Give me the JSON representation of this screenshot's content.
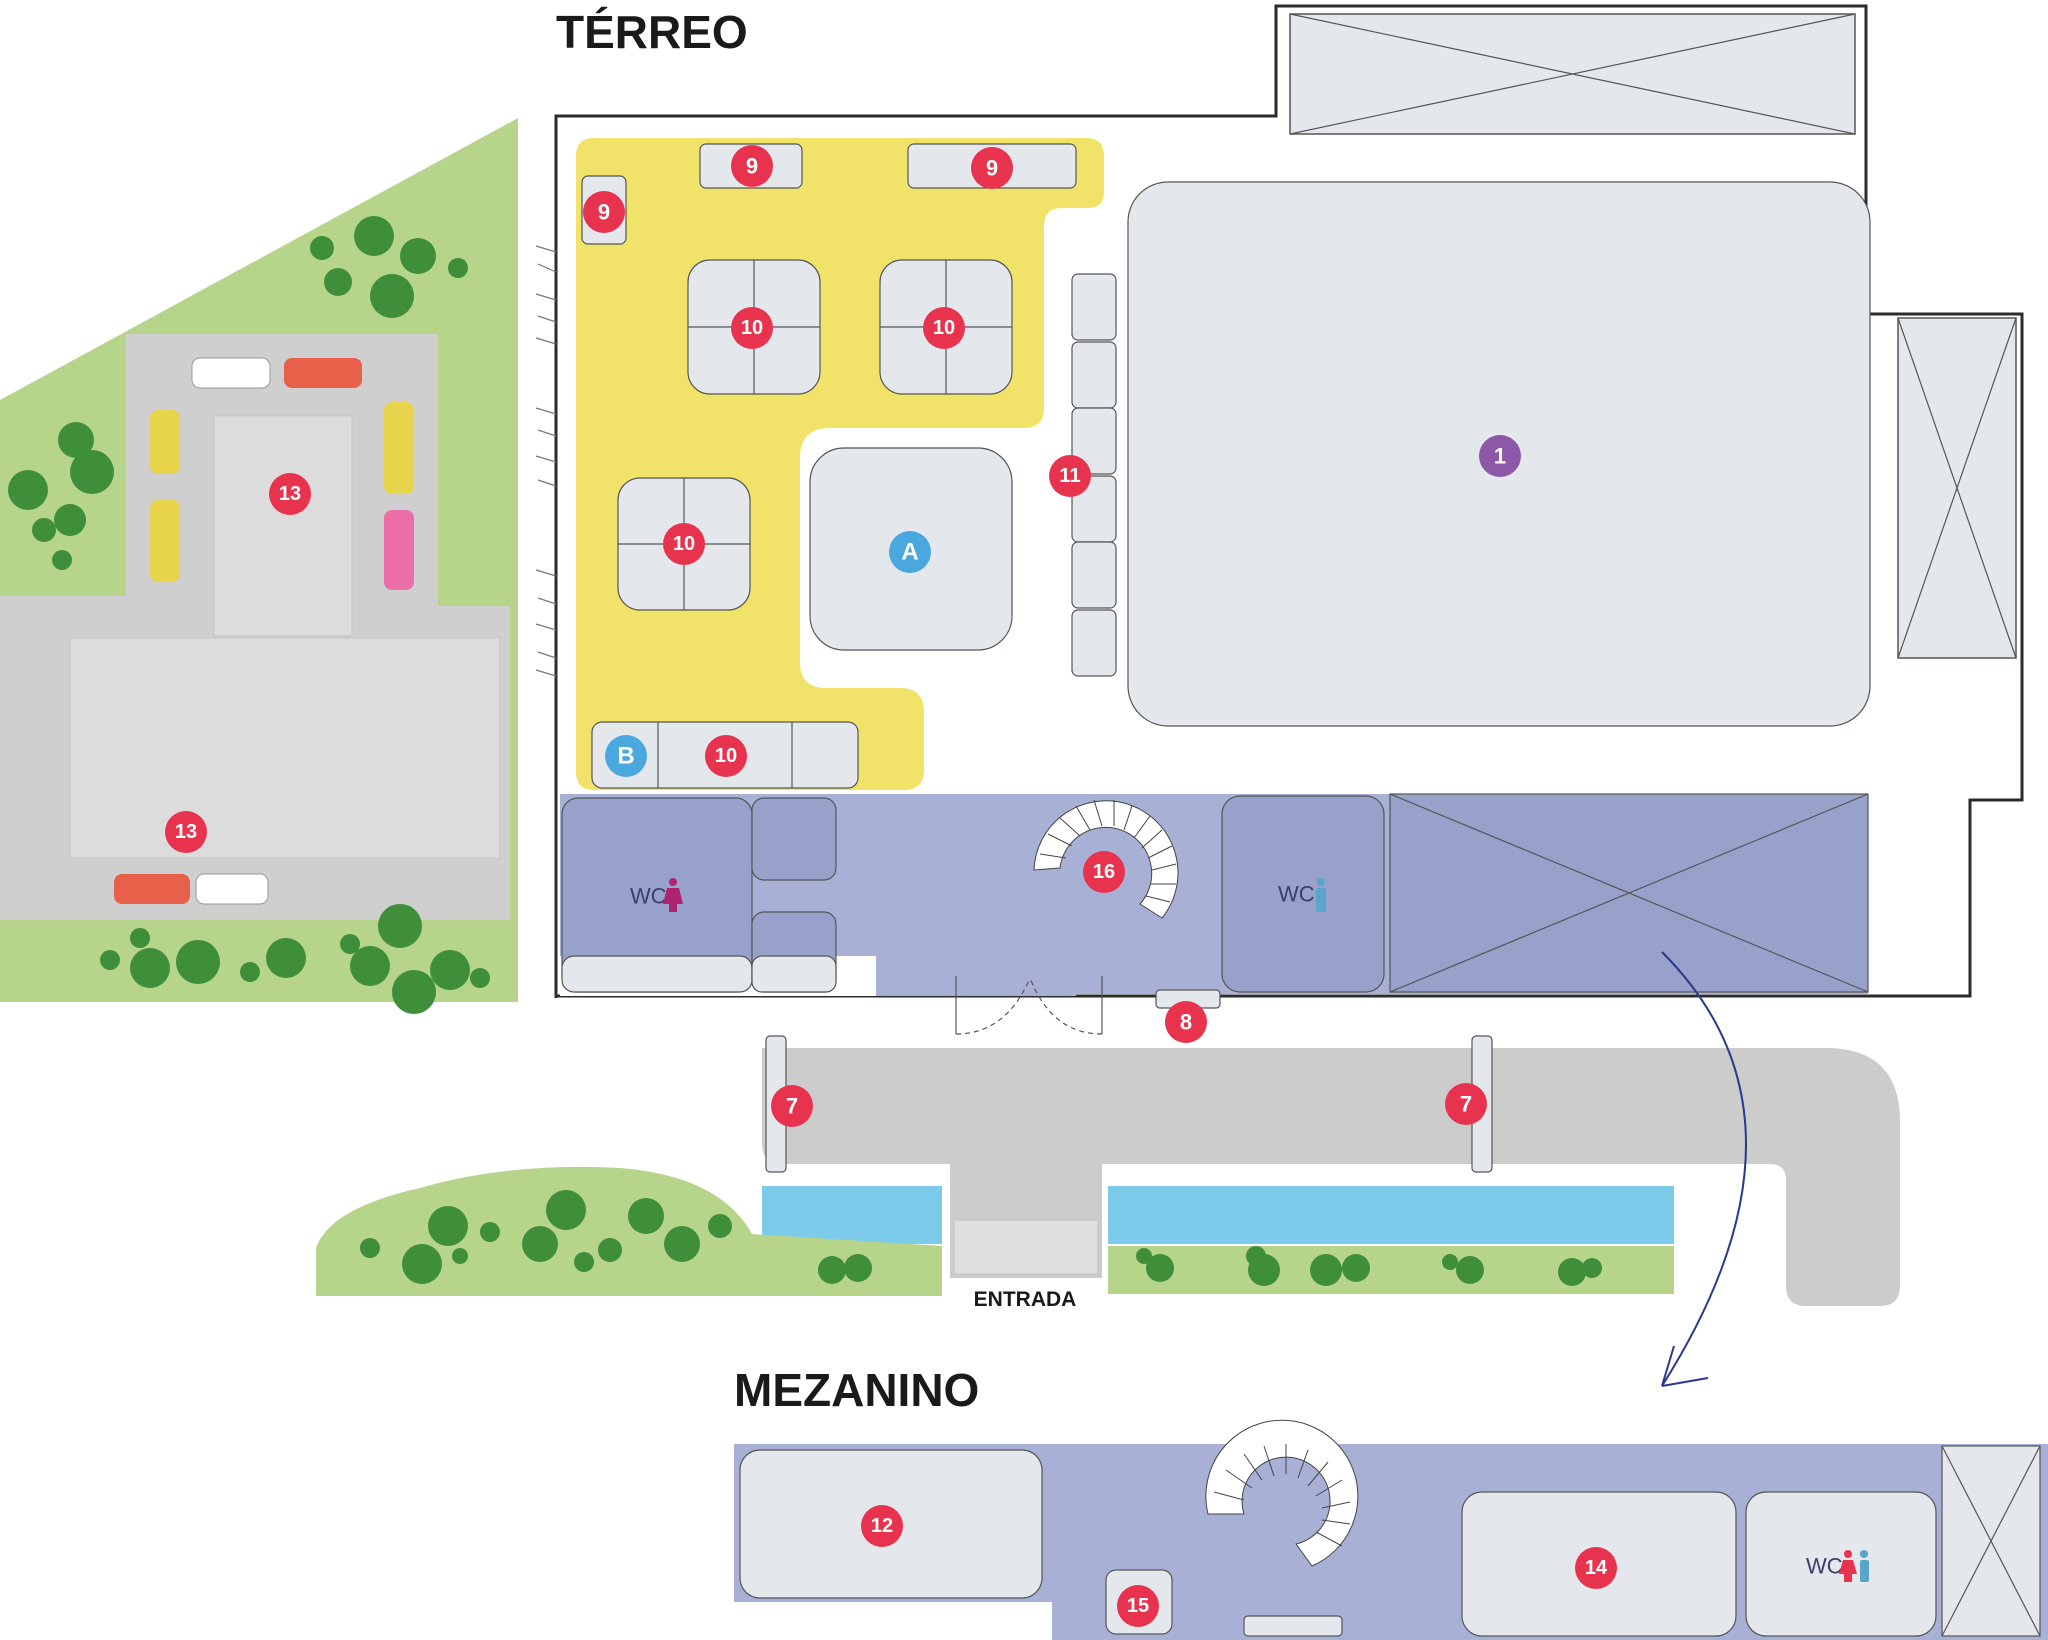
{
  "titles": {
    "ground": "TÉRREO",
    "mezzanine": "MEZANINO"
  },
  "entrance_label": "ENTRADA",
  "wc_label": "WC",
  "colors": {
    "red_badge": "#e8334f",
    "blue_badge": "#4aa8de",
    "purple_badge": "#8e58a8",
    "room": "#e4e8ed",
    "yellow_zone": "#f1e36a",
    "lavender_zone": "#a9b0d6",
    "lavender_dark": "#98a1c9",
    "grass": "#b7d48b",
    "parking": "#cfcfcf",
    "water": "#7ccbea",
    "path": "#cccccc",
    "wall": "#2b2b2b"
  },
  "badges": {
    "b1": "1",
    "bA": "A",
    "bB": "B",
    "b7a": "7",
    "b7b": "7",
    "b8": "8",
    "b9a": "9",
    "b9b": "9",
    "b9c": "9",
    "b10a": "10",
    "b10b": "10",
    "b10c": "10",
    "b10d": "10",
    "b11": "11",
    "b12": "12",
    "b13a": "13",
    "b13b": "13",
    "b14": "14",
    "b15": "15",
    "b16": "16"
  }
}
